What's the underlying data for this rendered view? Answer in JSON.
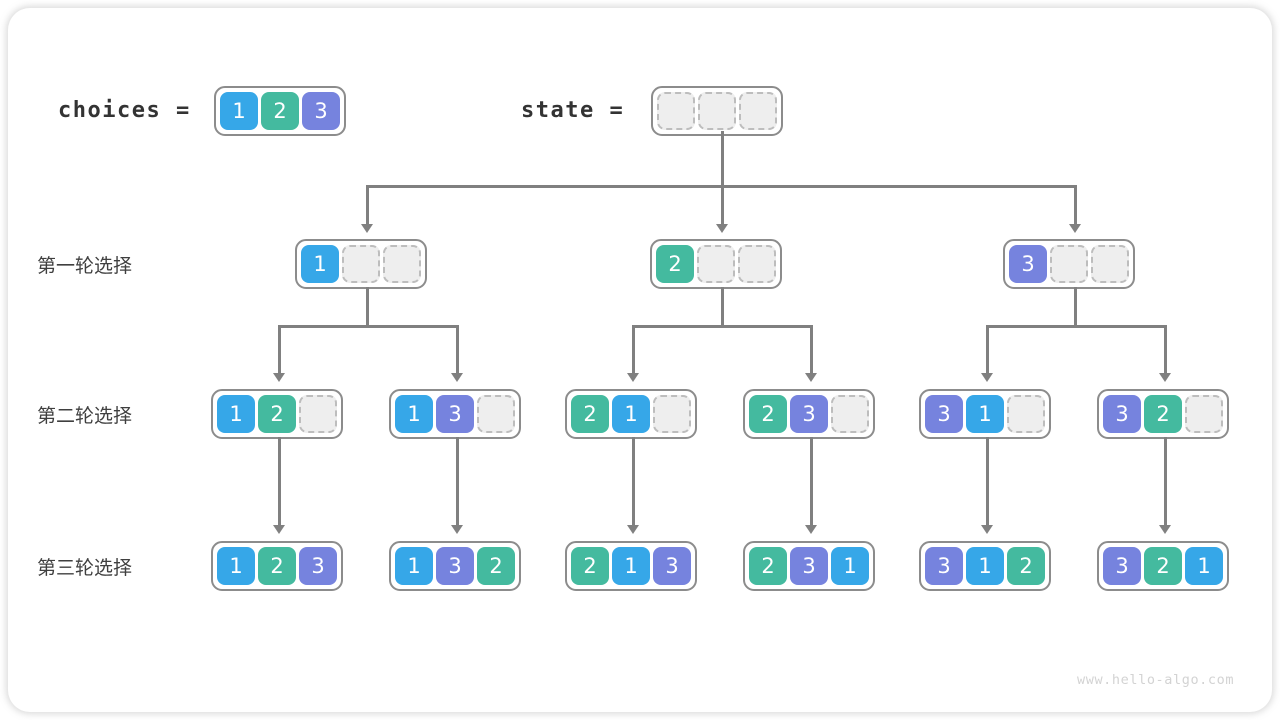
{
  "figure": {
    "watermark": "www.hello-algo.com",
    "colors": {
      "value1": "#36a7e8",
      "value2": "#44ba9f",
      "value3": "#7683de",
      "empty_fill": "#eeeeee",
      "empty_border": "#bdbdbd",
      "array_border": "#8c8c8c",
      "edge": "#808080",
      "text": "#333333",
      "watermark": "#d3d3d3"
    }
  },
  "header": {
    "choices_label": "choices =",
    "choices_cells": [
      "1",
      "2",
      "3"
    ],
    "state_label": "state =",
    "state_cells": [
      "",
      "",
      ""
    ]
  },
  "stage_labels": {
    "round1": "第一轮选择",
    "round2": "第二轮选择",
    "round3": "第三轮选择"
  },
  "rows": {
    "round1": [
      {
        "cells": [
          "1",
          "",
          ""
        ]
      },
      {
        "cells": [
          "2",
          "",
          ""
        ]
      },
      {
        "cells": [
          "3",
          "",
          ""
        ]
      }
    ],
    "round2": [
      {
        "cells": [
          "1",
          "2",
          ""
        ]
      },
      {
        "cells": [
          "1",
          "3",
          ""
        ]
      },
      {
        "cells": [
          "2",
          "1",
          ""
        ]
      },
      {
        "cells": [
          "2",
          "3",
          ""
        ]
      },
      {
        "cells": [
          "3",
          "1",
          ""
        ]
      },
      {
        "cells": [
          "3",
          "2",
          ""
        ]
      }
    ],
    "round3": [
      {
        "cells": [
          "1",
          "2",
          "3"
        ]
      },
      {
        "cells": [
          "1",
          "3",
          "2"
        ]
      },
      {
        "cells": [
          "2",
          "1",
          "3"
        ]
      },
      {
        "cells": [
          "2",
          "3",
          "1"
        ]
      },
      {
        "cells": [
          "3",
          "1",
          "2"
        ]
      },
      {
        "cells": [
          "3",
          "2",
          "1"
        ]
      }
    ]
  }
}
